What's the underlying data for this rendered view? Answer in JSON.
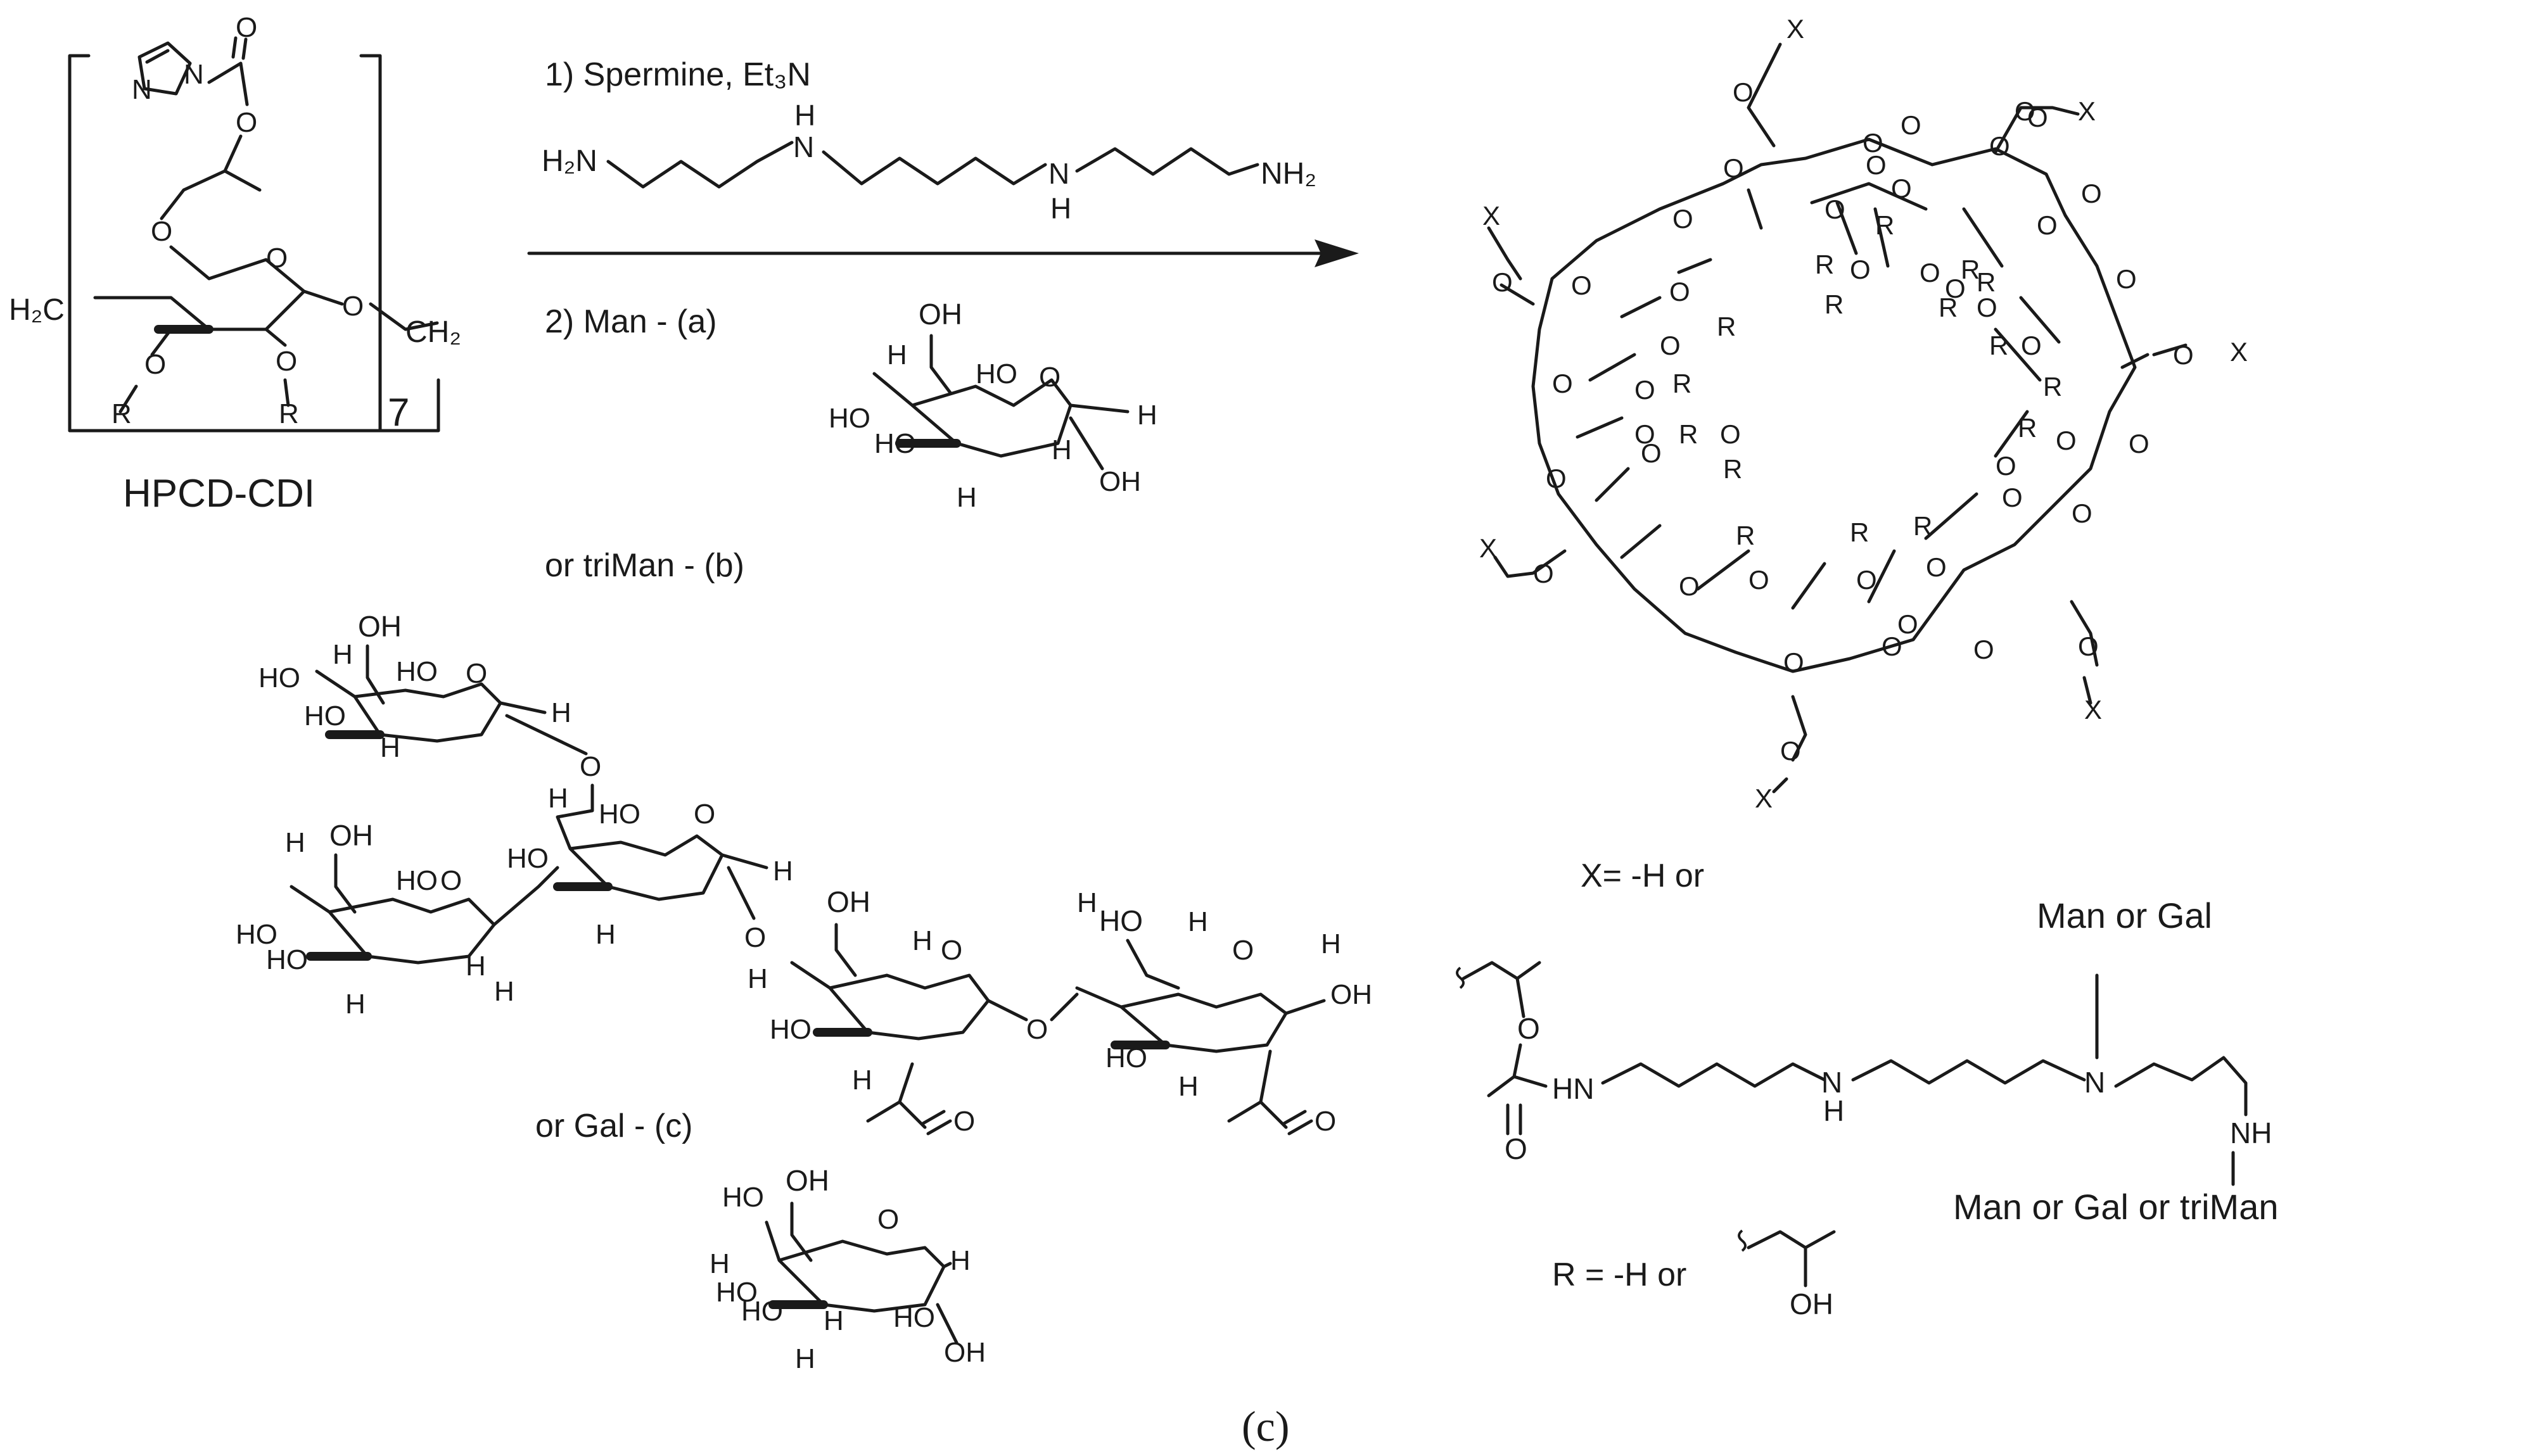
{
  "scheme": {
    "starting_material": {
      "name": "HPCD-CDI",
      "repeat_count": "7",
      "left_end": "H₂C",
      "right_end": "CH₂",
      "imidazole_N": "N",
      "ring_O": "O"
    },
    "reagents": {
      "step1": "1) Spermine, Et₃N",
      "spermine_left_amine": "H₂N",
      "spermine_right_amine": "NH₂",
      "step2": "2) Man - (a)",
      "option_b": "or triMan - (b)",
      "option_c": "or Gal - (c)"
    },
    "product_legend": {
      "x_def": "X= -H or",
      "attach_top": "Man or Gal",
      "attach_bottom": "Man or Gal or triMan",
      "r_def": "R = -H or",
      "nh": "NH",
      "hn": "HN",
      "n": "N"
    },
    "atoms": {
      "oh": "OH",
      "ho": "HO",
      "h": "H",
      "o": "O",
      "r": "R",
      "x": "X",
      "n": "N"
    },
    "panel_label": "(c)"
  }
}
